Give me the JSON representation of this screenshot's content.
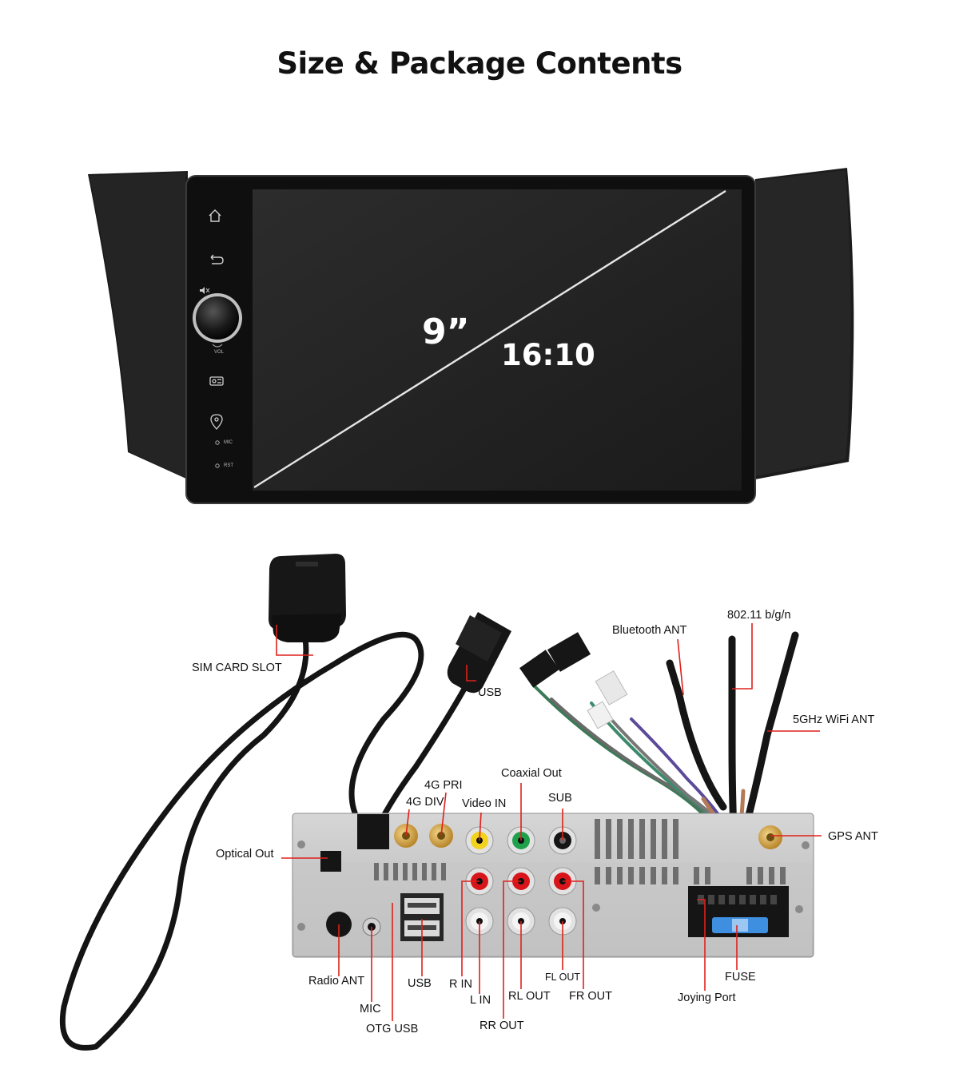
{
  "title": "Size & Package Contents",
  "screen": {
    "size": "9”",
    "ratio": "16:10",
    "side_labels": {
      "vol": "VOL",
      "mic": "MIC",
      "rst": "RST"
    },
    "side_icons": [
      "home-icon",
      "back-icon",
      "mute-icon",
      "radio-icon",
      "location-icon"
    ]
  },
  "labels": {
    "sim_card_slot": "SIM CARD SLOT",
    "usb_cable": "USB",
    "bluetooth_ant": "Bluetooth ANT",
    "wifi_24": "802.11 b/g/n",
    "wifi_5": "5GHz WiFi ANT",
    "pri_4g": "4G PRI",
    "div_4g": "4G DIV",
    "video_in": "Video IN",
    "coaxial_out": "Coaxial Out",
    "sub": "SUB",
    "gps_ant": "GPS ANT",
    "optical_out": "Optical Out",
    "radio_ant": "Radio ANT",
    "mic": "MIC",
    "otg_usb": "OTG USB",
    "usb_port": "USB",
    "r_in": "R IN",
    "l_in": "L IN",
    "rr_out": "RR OUT",
    "rl_out": "RL OUT",
    "fl_out": "FL OUT",
    "fr_out": "FR OUT",
    "joying_port": "Joying Port",
    "fuse": "FUSE"
  },
  "colors": {
    "callout": "#e0201b",
    "unit_frame": "#111111",
    "head_unit": "#c9c9c9"
  }
}
